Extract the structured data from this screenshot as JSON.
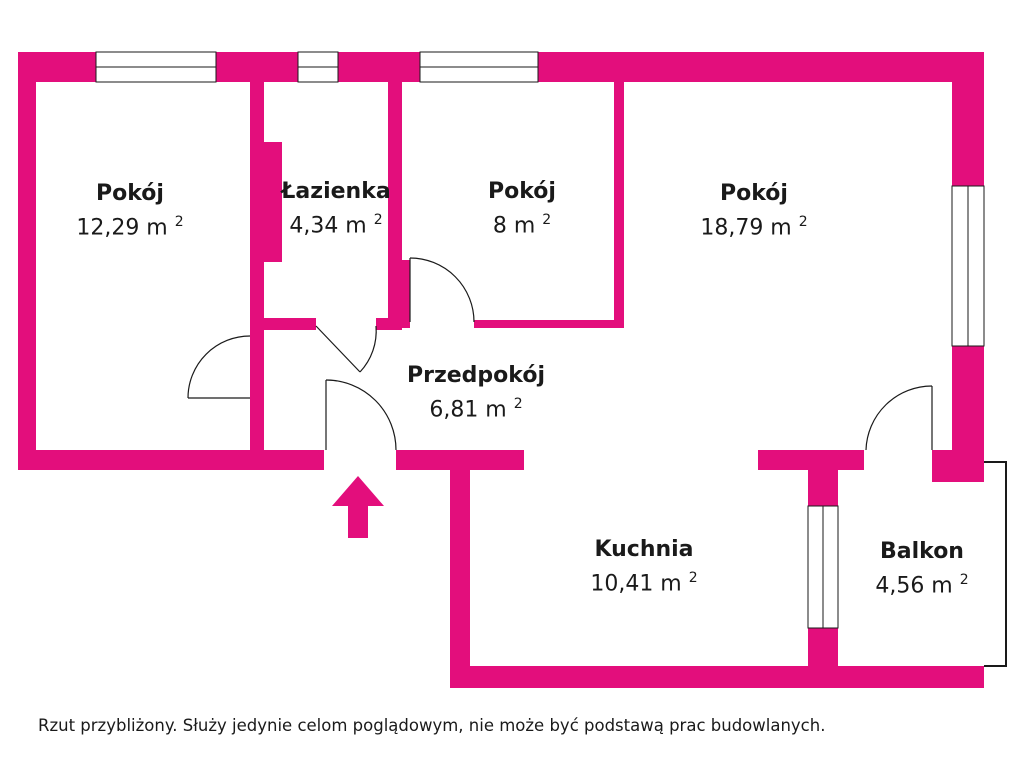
{
  "colors": {
    "wall": "#e30e7c",
    "line": "#1a1a1a",
    "background": "#ffffff"
  },
  "rooms": [
    {
      "name": "Pokój",
      "area": "12,29 m",
      "sup": "2"
    },
    {
      "name": "Łazienka",
      "area": "4,34 m",
      "sup": "2"
    },
    {
      "name": "Pokój",
      "area": "8 m",
      "sup": "2"
    },
    {
      "name": "Pokój",
      "area": "18,79 m",
      "sup": "2"
    },
    {
      "name": "Przedpokój",
      "area": "6,81 m",
      "sup": "2"
    },
    {
      "name": "Kuchnia",
      "area": "10,41 m",
      "sup": "2"
    },
    {
      "name": "Balkon",
      "area": "4,56 m",
      "sup": "2"
    }
  ],
  "entrance": {
    "icon": "arrow-up-icon"
  },
  "caption": "Rzut przybliżony. Służy jedynie celom poglądowym, nie może być podstawą prac budowlanych."
}
